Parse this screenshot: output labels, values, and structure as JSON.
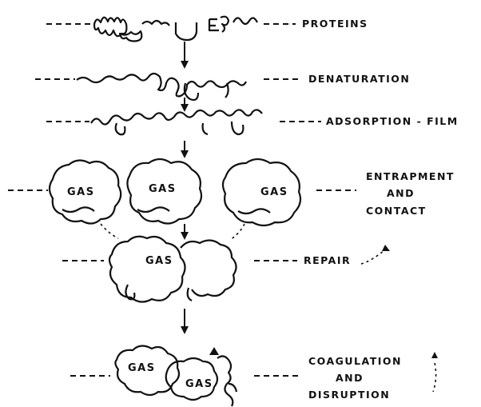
{
  "stages": [
    {
      "id": "proteins",
      "lines": [
        "PROTEINS"
      ]
    },
    {
      "id": "denaturation",
      "lines": [
        "DENATURATION"
      ]
    },
    {
      "id": "adsorption",
      "lines": [
        "ADSORPTION - FILM"
      ]
    },
    {
      "id": "entrapment",
      "lines": [
        "ENTRAPMENT",
        "AND",
        "CONTACT"
      ]
    },
    {
      "id": "repair",
      "lines": [
        "REPAIR"
      ]
    },
    {
      "id": "coagulation",
      "lines": [
        "COAGULATION",
        "AND",
        "DISRUPTION"
      ]
    }
  ],
  "gas_label": "GAS"
}
